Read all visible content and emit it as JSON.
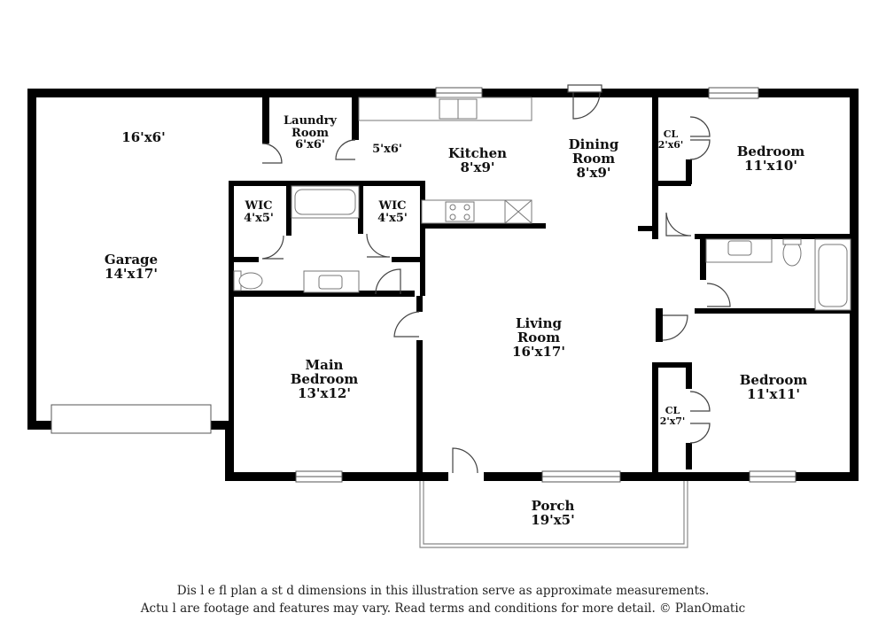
{
  "rooms": {
    "garage": {
      "name": "Garage",
      "dims": "14'x17'"
    },
    "garage_upper": {
      "dims": "16'x6'"
    },
    "laundry": {
      "name_l1": "Laundry",
      "name_l2": "Room",
      "dims": "6'x6'"
    },
    "hall_nook": {
      "dims": "5'x6'"
    },
    "kitchen": {
      "name": "Kitchen",
      "dims": "8'x9'"
    },
    "dining": {
      "name_l1": "Dining",
      "name_l2": "Room",
      "dims": "8'x9'"
    },
    "closet_top": {
      "name": "CL",
      "dims": "2'x6'"
    },
    "bedroom_top": {
      "name": "Bedroom",
      "dims": "11'x10'"
    },
    "wic_left": {
      "name": "WIC",
      "dims": "4'x5'"
    },
    "wic_right": {
      "name": "WIC",
      "dims": "4'x5'"
    },
    "living": {
      "name_l1": "Living",
      "name_l2": "Room",
      "dims": "16'x17'"
    },
    "main_bedroom": {
      "name_l1": "Main",
      "name_l2": "Bedroom",
      "dims": "13'x12'"
    },
    "bedroom_bottom": {
      "name": "Bedroom",
      "dims": "11'x11'"
    },
    "closet_bottom": {
      "name": "CL",
      "dims": "2'x7'"
    },
    "porch": {
      "name": "Porch",
      "dims": "19'x5'"
    }
  },
  "disclaimer": {
    "line1": "Dis        l e fl    plan a    st    d dimensions in this illustration serve as approximate measurements.",
    "line2": "Actu     l    are footage and features may vary. Read terms and conditions for more detail. © PlanOmatic"
  },
  "colors": {
    "wall": "#000000",
    "fixture": "#777777",
    "background": "#ffffff"
  }
}
